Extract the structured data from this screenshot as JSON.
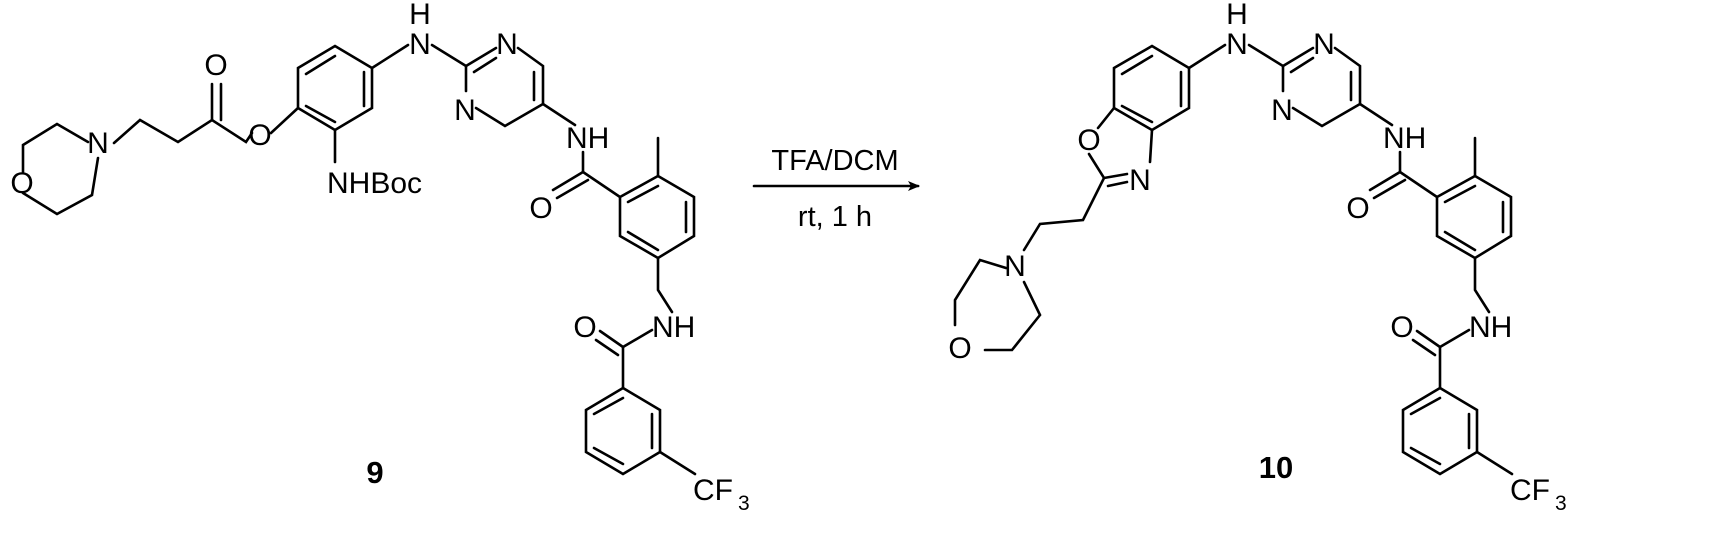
{
  "reaction": {
    "reagents": "TFA/DCM",
    "conditions": "rt, 1 h"
  },
  "reactant": {
    "label": "9",
    "atoms": {
      "morpholine_o": "O",
      "morpholine_n": "N",
      "carbonyl_o": "O",
      "ester_o": "O",
      "nh_top_h": "H",
      "nh_top_n": "N",
      "pyrimidine_n1": "N",
      "pyrimidine_n2": "N",
      "boc": "NHBoc",
      "amide_nh": "NH",
      "amide_o": "O",
      "amide2_o": "O",
      "amide2_nh": "NH",
      "cf3": "CF",
      "cf3_sub": "3"
    }
  },
  "product": {
    "label": "10",
    "atoms": {
      "nh_top_h": "H",
      "nh_top_n": "N",
      "pyrimidine_n1": "N",
      "pyrimidine_n2": "N",
      "oxazole_o": "O",
      "oxazole_n": "N",
      "morpholine_n": "N",
      "morpholine_o": "O",
      "amide_nh": "NH",
      "amide_o": "O",
      "amide2_o": "O",
      "amide2_nh": "NH",
      "cf3": "CF",
      "cf3_sub": "3"
    }
  }
}
